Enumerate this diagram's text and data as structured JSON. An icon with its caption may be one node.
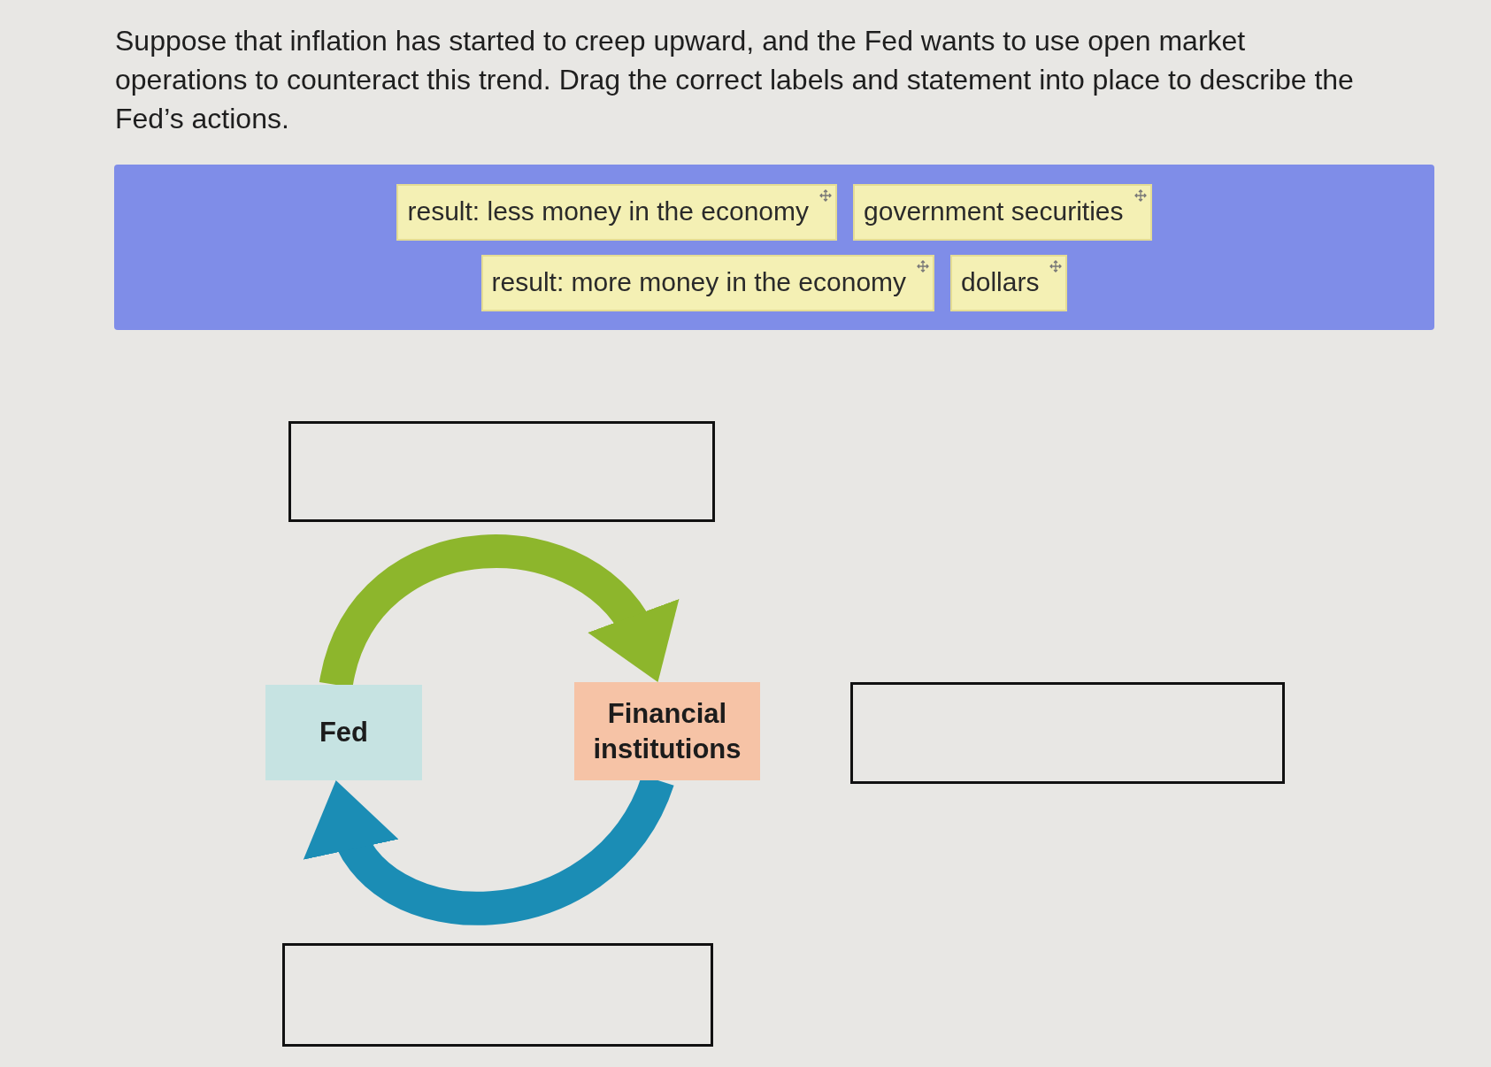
{
  "diagram": {
    "title": "Suppose that inflation has started to creep upward, and the Fed wants to use open market operations to counteract this trend. Drag the correct labels and statement into place to describe the Fed’s actions.",
    "nodes": [
      {
        "text": [],
        "shape": "box"
      },
      {
        "text": [
          "result: less money in the economy"
        ],
        "in": 0
      },
      {
        "text": [
          "government securities"
        ],
        "in": 0
      },
      {
        "text": [
          "result: more money in the economy"
        ],
        "in": 0
      },
      {
        "text": [
          "dollars"
        ],
        "in": 0
      },
      {
        "text": [],
        "shape": "box"
      },
      {
        "text": [
          "Fed"
        ]
      },
      {
        "text": [
          "Financial institutions"
        ]
      },
      {
        "text": [],
        "shape": "box"
      },
      {
        "text": [],
        "shape": "box"
      }
    ],
    "edges": [
      {
        "from": 6,
        "to": 7,
        "arrow": "to",
        "color": "#8db62c"
      },
      {
        "from": 7,
        "to": 6,
        "arrow": "to",
        "color": "#1b8db5"
      }
    ]
  }
}
